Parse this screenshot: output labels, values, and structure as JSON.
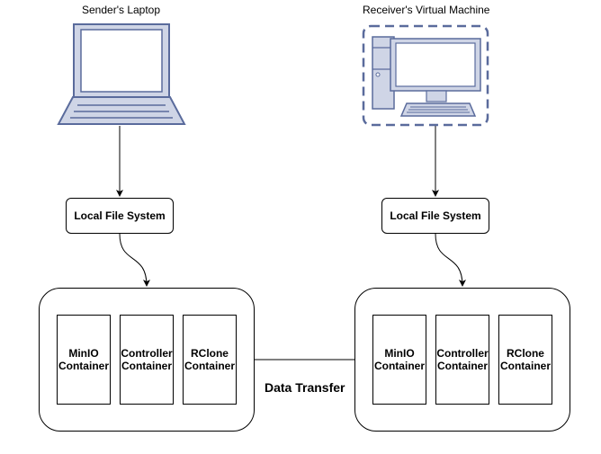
{
  "sender": {
    "title": "Sender's Laptop",
    "device_icon": "laptop-icon",
    "fs_label": "Local File System",
    "containers": [
      {
        "line1": "MinIO",
        "line2": "Container"
      },
      {
        "line1": "Controller",
        "line2": "Container"
      },
      {
        "line1": "RClone",
        "line2": "Container"
      }
    ]
  },
  "receiver": {
    "title": "Receiver's Virtual Machine",
    "device_icon": "desktop-computer-icon",
    "fs_label": "Local File System",
    "containers": [
      {
        "line1": "MinIO",
        "line2": "Container"
      },
      {
        "line1": "Controller",
        "line2": "Container"
      },
      {
        "line1": "RClone",
        "line2": "Container"
      }
    ]
  },
  "transfer_label": "Data Transfer",
  "colors": {
    "icon_fill": "#cfd5e6",
    "icon_stroke": "#5a6b9c",
    "screen": "#ffffff",
    "line": "#000000"
  }
}
